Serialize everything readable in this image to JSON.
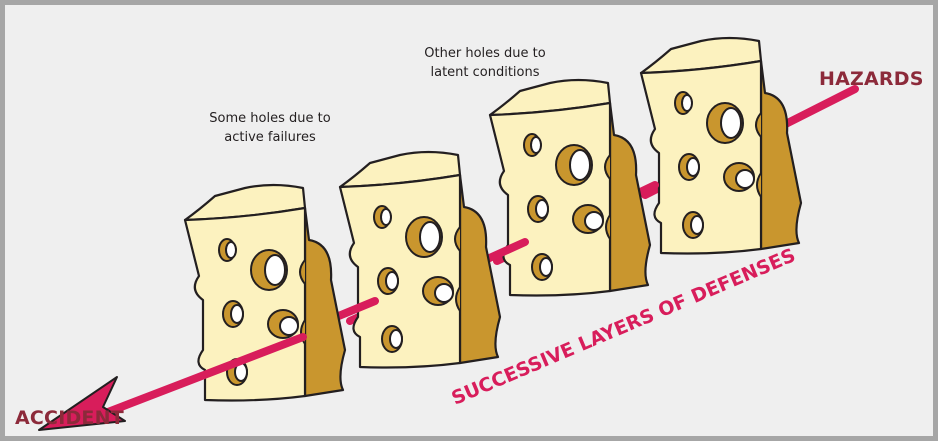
{
  "labels": {
    "hazards": "HAZARDS",
    "accident": "ACCIDENT",
    "layers": "SUCCESSIVE LAYERS OF DEFENSES",
    "latent_line1": "Other holes due to",
    "latent_line2": "latent conditions",
    "active_line1": "Some holes due to",
    "active_line2": "active failures"
  },
  "colors": {
    "cheese_face": "#fcf2bf",
    "cheese_side": "#c9962e",
    "hole_shadow": "#c9962e",
    "arrow": "#d81d5b",
    "heading": "#8c2a3a",
    "background": "#efefef",
    "frame": "#a6a6a6"
  }
}
